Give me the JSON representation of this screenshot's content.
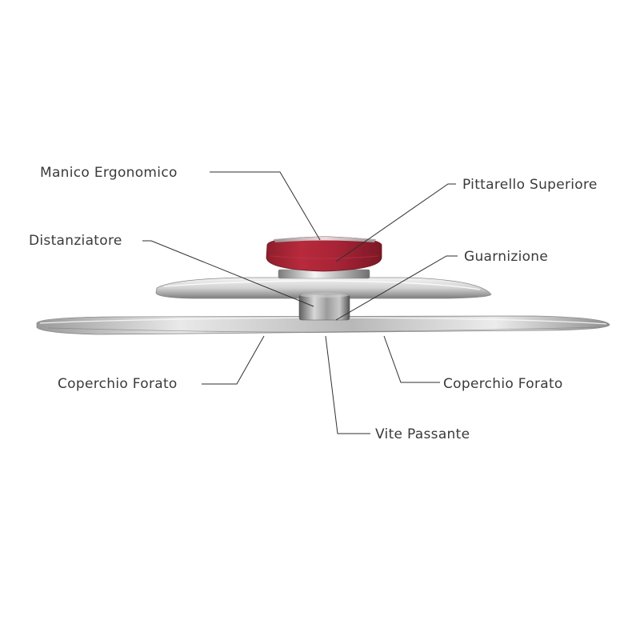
{
  "diagram": {
    "colors": {
      "background": "#ffffff",
      "knob_red": "#b3283a",
      "steel_light": "#e6e6e6",
      "steel_dark": "#8a8a8a",
      "leader_line": "#2f2f2f",
      "label_text": "#3a3a3a"
    },
    "labels": {
      "handle": "Manico Ergonomico",
      "top_knob": "Pittarello Superiore",
      "spacer": "Distanziatore",
      "gasket": "Guarnizione",
      "lid_left": "Coperchio Forato",
      "lid_right": "Coperchio Forato",
      "screw": "Vite Passante"
    }
  }
}
